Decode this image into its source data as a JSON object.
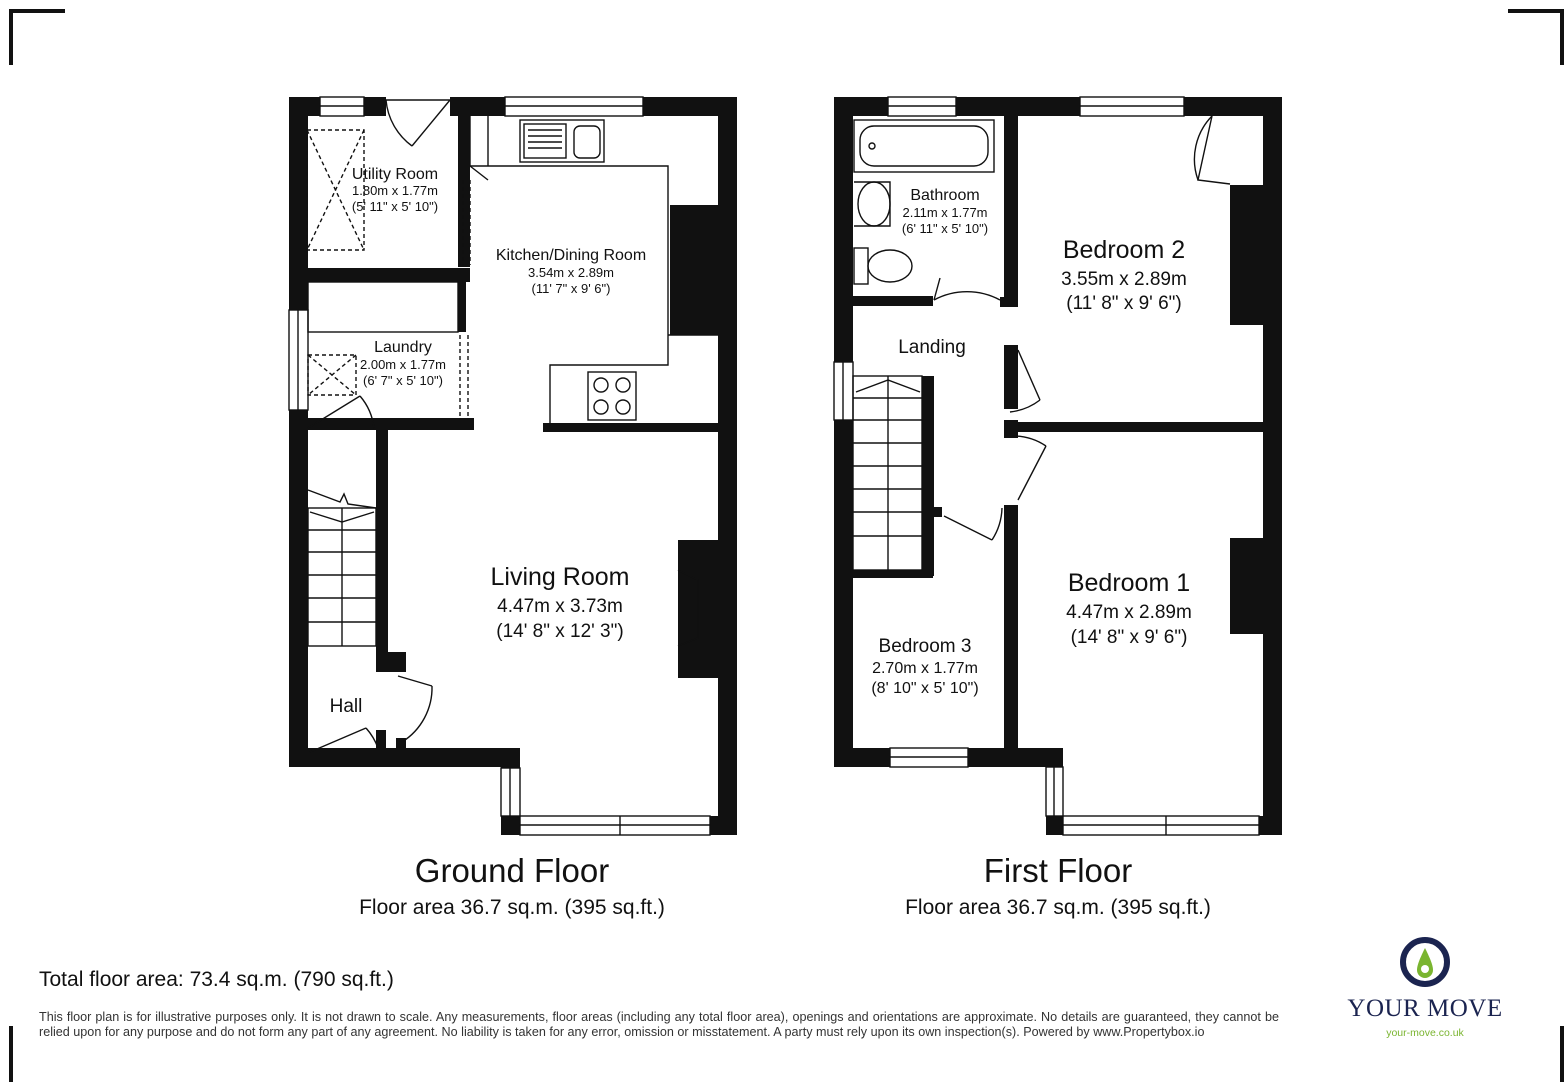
{
  "ground_floor": {
    "title": "Ground Floor",
    "area": "Floor area 36.7 sq.m. (395 sq.ft.)",
    "rooms": {
      "utility": {
        "name": "Utility Room",
        "metric": "1.80m x 1.77m",
        "imperial": "(5' 11\" x 5' 10\")"
      },
      "kitchen": {
        "name": "Kitchen/Dining Room",
        "metric": "3.54m x 2.89m",
        "imperial": "(11' 7\" x 9' 6\")"
      },
      "laundry": {
        "name": "Laundry",
        "metric": "2.00m x 1.77m",
        "imperial": "(6' 7\" x 5' 10\")"
      },
      "living": {
        "name": "Living Room",
        "metric": "4.47m x 3.73m",
        "imperial": "(14' 8\" x 12' 3\")"
      },
      "hall": {
        "name": "Hall"
      }
    }
  },
  "first_floor": {
    "title": "First Floor",
    "area": "Floor area 36.7 sq.m. (395 sq.ft.)",
    "rooms": {
      "bathroom": {
        "name": "Bathroom",
        "metric": "2.11m x 1.77m",
        "imperial": "(6' 11\" x 5' 10\")"
      },
      "bedroom2": {
        "name": "Bedroom 2",
        "metric": "3.55m x 2.89m",
        "imperial": "(11' 8\" x 9' 6\")"
      },
      "landing": {
        "name": "Landing"
      },
      "bedroom1": {
        "name": "Bedroom 1",
        "metric": "4.47m x 2.89m",
        "imperial": "(14' 8\" x 9' 6\")"
      },
      "bedroom3": {
        "name": "Bedroom 3",
        "metric": "2.70m x 1.77m",
        "imperial": "(8' 10\" x 5' 10\")"
      }
    }
  },
  "total_area": "Total floor area: 73.4 sq.m. (790 sq.ft.)",
  "disclaimer": "This floor plan is for illustrative purposes only. It is not drawn to scale. Any measurements, floor areas (including any total floor area), openings and orientations are approximate. No details are guaranteed, they cannot be relied upon for any purpose and do not form any part of any agreement. No liability is taken for any error, omission or misstatement. A party must rely upon its own inspection(s). Powered by www.Propertybox.io",
  "brand": {
    "name": "YOUR MOVE",
    "url": "your-move.co.uk",
    "logo_icon": "location-pin-icon",
    "colors": {
      "navy": "#1b2450",
      "green": "#7ab530"
    }
  },
  "colors": {
    "wall": "#111111",
    "background": "#ffffff"
  }
}
